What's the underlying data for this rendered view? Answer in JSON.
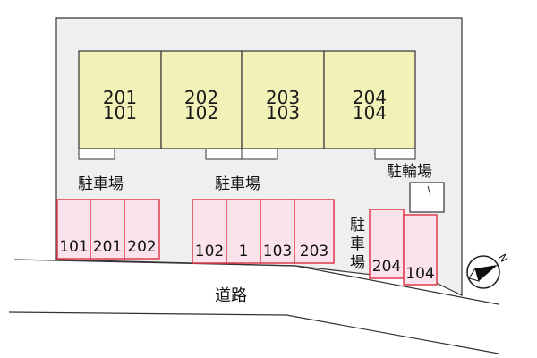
{
  "colors": {
    "site": "#efefef",
    "building": "#f2f2b8",
    "parking_fill": "#fbe3ec",
    "parking_stroke": "#e03a4e",
    "outline": "#333333"
  },
  "buildings": [
    {
      "upper": "201",
      "lower": "101"
    },
    {
      "upper": "202",
      "lower": "102"
    },
    {
      "upper": "203",
      "lower": "103"
    },
    {
      "upper": "204",
      "lower": "104"
    }
  ],
  "parking_areas": {
    "left": {
      "title": "駐車場",
      "spaces": [
        "101",
        "201",
        "202"
      ]
    },
    "middle": {
      "title": "駐車場",
      "spaces": [
        "102",
        "1",
        "103",
        "203"
      ]
    },
    "right": {
      "title": "駐車場",
      "spaces": [
        "204",
        "104"
      ]
    }
  },
  "bicycle_parking": "駐輪場",
  "road": "道路",
  "north_icon": "north-arrow-icon",
  "north_letter": "N"
}
